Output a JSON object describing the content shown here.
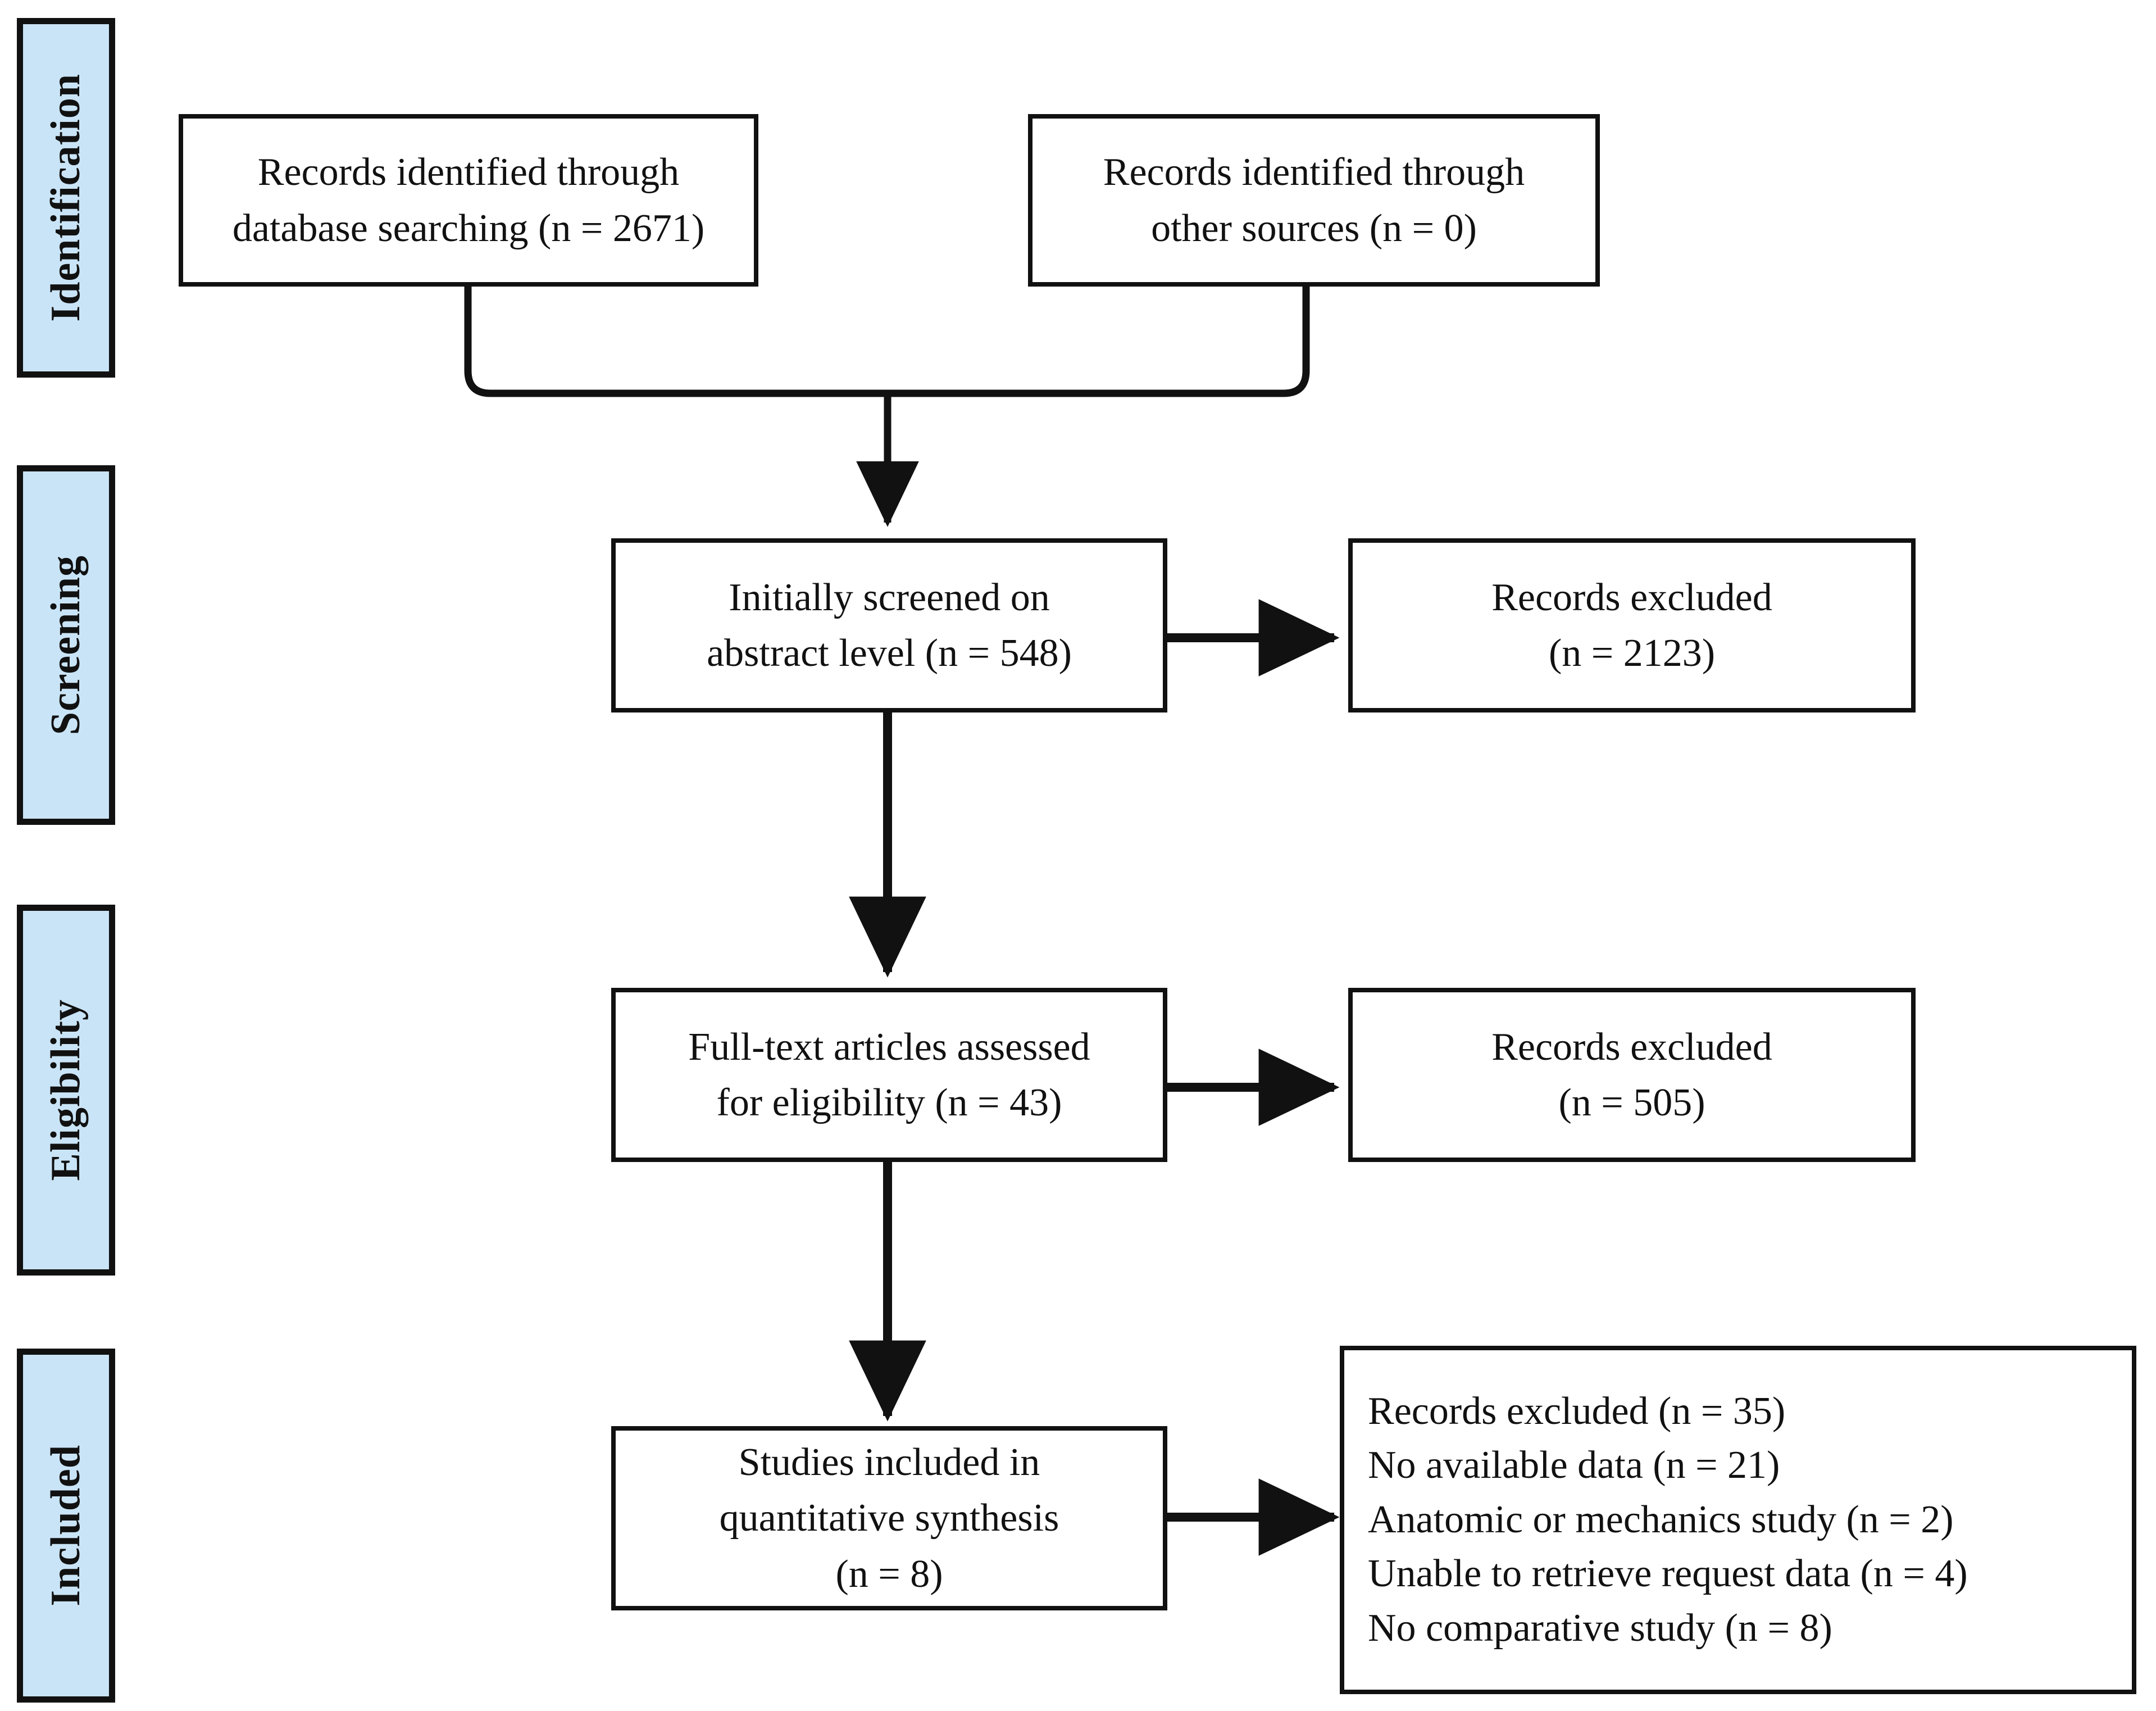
{
  "diagram": {
    "title": "PRISMA flow diagram",
    "type": "prisma-flowchart",
    "colors": {
      "phase_label_fill": "#c9e4f6",
      "border": "#111111",
      "box_fill": "#ffffff",
      "text": "#111111"
    }
  },
  "phases": [
    {
      "id": "identification",
      "label": "Identification"
    },
    {
      "id": "screening",
      "label": "Screening"
    },
    {
      "id": "eligibility",
      "label": "Eligibility"
    },
    {
      "id": "included",
      "label": "Included"
    }
  ],
  "nodes": {
    "records_database": {
      "text": "Records identified  through\ndatabase searching (n = 2671)",
      "n": 2671
    },
    "records_other": {
      "text": "Records identified  through\nother sources (n = 0)",
      "n": 0
    },
    "screened_abstract": {
      "text": "Initially  screened on\nabstract level (n = 548)",
      "n": 548
    },
    "excluded_screening": {
      "text": "Records excluded\n(n = 2123)",
      "n": 2123
    },
    "fulltext_assessed": {
      "text": "Full-text articles assessed\nfor eligibility (n = 43)",
      "n": 43
    },
    "excluded_eligibility": {
      "text": "Records excluded\n(n = 505)",
      "n": 505
    },
    "studies_included": {
      "text": "Studies included in\nquantitative synthesis\n(n = 8)",
      "n": 8
    },
    "excluded_reasons": {
      "text": "Records excluded (n = 35)\nNo available data (n = 21)\nAnatomic or mechanics study (n = 2)\nUnable to retrieve request data (n = 4)\nNo comparative study (n = 8)",
      "lines": [
        {
          "reason": "Records excluded",
          "n": 35
        },
        {
          "reason": "No available data",
          "n": 21
        },
        {
          "reason": "Anatomic or mechanics study",
          "n": 2
        },
        {
          "reason": "Unable to retrieve request data",
          "n": 4
        },
        {
          "reason": "No comparative study",
          "n": 8
        }
      ]
    }
  },
  "edges": [
    {
      "from": "records_database",
      "to": "screened_abstract",
      "kind": "merge-down-arrow"
    },
    {
      "from": "records_other",
      "to": "screened_abstract",
      "kind": "merge-down-arrow"
    },
    {
      "from": "screened_abstract",
      "to": "excluded_screening",
      "kind": "right-arrow"
    },
    {
      "from": "screened_abstract",
      "to": "fulltext_assessed",
      "kind": "down-arrow"
    },
    {
      "from": "fulltext_assessed",
      "to": "excluded_eligibility",
      "kind": "right-arrow"
    },
    {
      "from": "fulltext_assessed",
      "to": "studies_included",
      "kind": "down-arrow"
    },
    {
      "from": "studies_included",
      "to": "excluded_reasons",
      "kind": "right-arrow"
    }
  ]
}
